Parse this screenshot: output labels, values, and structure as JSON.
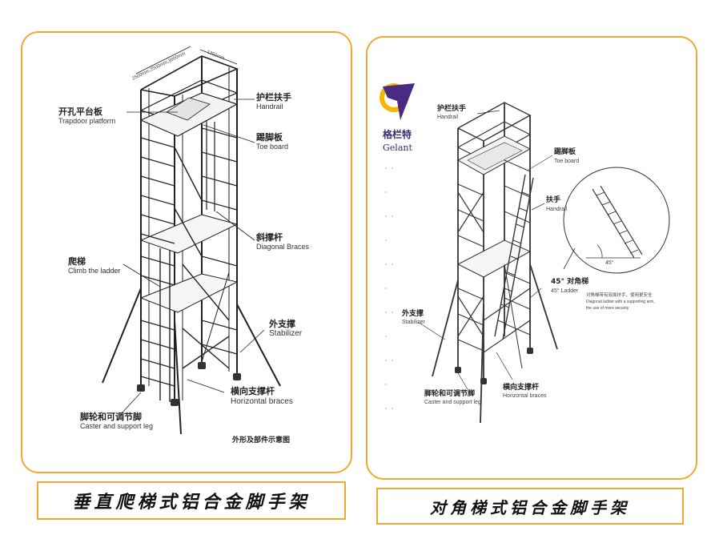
{
  "left": {
    "caption": "垂直爬梯式铝合金脚手架",
    "dimension_top": "2500mm,2500mm,3000mm",
    "dimension_side": "1350mm",
    "footer": "外形及部件示意图",
    "labels": {
      "handrail_zh": "护栏扶手",
      "handrail_en": "Handrail",
      "trapdoor_zh": "开孔平台板",
      "trapdoor_en": "Trapdoor platform",
      "toeboard_zh": "踢脚板",
      "toeboard_en": "Toe board",
      "diagonal_zh": "斜撑杆",
      "diagonal_en": "Diagonal Braces",
      "climb_zh": "爬梯",
      "climb_en": "Climb the ladder",
      "stabilizer_zh": "外支撑",
      "stabilizer_en": "Stabilizer",
      "horizontal_zh": "横向支撑杆",
      "horizontal_en": "Horizontal braces",
      "caster_zh": "脚轮和可调节脚",
      "caster_en": "Caster and support leg"
    }
  },
  "right": {
    "caption": "对角梯式铝合金脚手架",
    "logo_zh": "格栏特",
    "logo_en": "Gelant",
    "labels": {
      "handrail_zh": "护栏扶手",
      "handrail_en": "Handrail",
      "toeboard_zh": "踢脚板",
      "toeboard_en": "Toe board",
      "rail_zh": "扶手",
      "rail_en": "Handrail",
      "ladder_zh": "45° 对角梯",
      "ladder_en": "45° Ladder",
      "stabilizer_zh": "外支撑",
      "stabilizer_en": "Stabilizer",
      "caster_zh": "脚轮和可调节脚",
      "caster_en": "Caster and support leg",
      "horizontal_zh": "横向支撑杆",
      "horizontal_en": "Horizontal braces",
      "angle": "45°",
      "note_zh": "对角梯带有双面扶手，使用更安全",
      "note_en1": "Diagonal ladder with a supporting arm,",
      "note_en2": "the use of more security"
    }
  },
  "colors": {
    "border": "#f0a830",
    "logo_purple": "#4b2a84",
    "logo_yellow": "#f2b705"
  }
}
